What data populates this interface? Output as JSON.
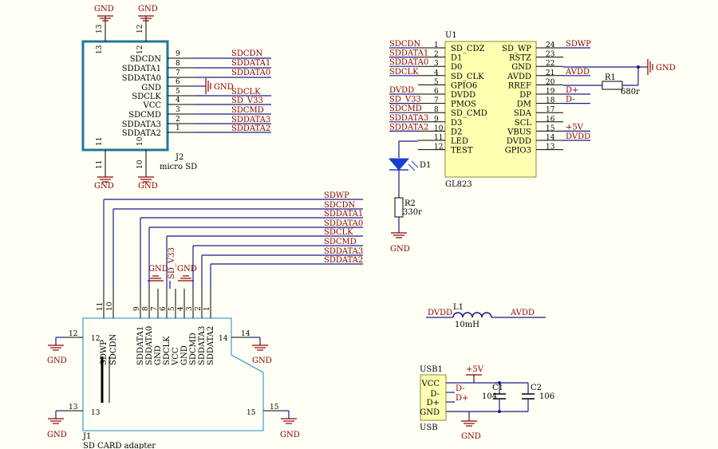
{
  "j2": {
    "designator": "J2",
    "value": "micro SD",
    "pins": [
      {
        "num": "9",
        "name": "SDCDN",
        "net": "SDCDN"
      },
      {
        "num": "8",
        "name": "SDDATA1",
        "net": "SDDATA1"
      },
      {
        "num": "7",
        "name": "SDDATA0",
        "net": "SDDATA0"
      },
      {
        "num": "6",
        "name": "GND",
        "net": "GND"
      },
      {
        "num": "5",
        "name": "SDCLK",
        "net": "SDCLK"
      },
      {
        "num": "4",
        "name": "VCC",
        "net": "SD_V33"
      },
      {
        "num": "3",
        "name": "SDCMD",
        "net": "SDCMD"
      },
      {
        "num": "2",
        "name": "SDDATA3",
        "net": "SDDATA3"
      },
      {
        "num": "1",
        "name": "SDDATA2",
        "net": "SDDATA2"
      }
    ],
    "top_pins": [
      "13",
      "12"
    ],
    "bottom_pins": [
      "11",
      "10"
    ]
  },
  "u1": {
    "designator": "U1",
    "value": "GL823",
    "left_pins": [
      {
        "num": "1",
        "name": "SD_CDZ",
        "net": "SDCDN"
      },
      {
        "num": "2",
        "name": "D1",
        "net": "SDDATA1"
      },
      {
        "num": "3",
        "name": "D0",
        "net": "SDDATA0"
      },
      {
        "num": "4",
        "name": "SD_CLK",
        "net": "SDCLK"
      },
      {
        "num": "5",
        "name": "GPIO6",
        "net": ""
      },
      {
        "num": "6",
        "name": "DVDD",
        "net": "DVDD"
      },
      {
        "num": "7",
        "name": "PMOS",
        "net": "SD_V33"
      },
      {
        "num": "8",
        "name": "SD_CMD",
        "net": "SDCMD"
      },
      {
        "num": "9",
        "name": "D3",
        "net": "SDDATA3"
      },
      {
        "num": "10",
        "name": "D2",
        "net": "SDDATA2"
      },
      {
        "num": "11",
        "name": "LED",
        "net": ""
      },
      {
        "num": "12",
        "name": "TEST",
        "net": ""
      }
    ],
    "right_pins": [
      {
        "num": "24",
        "name": "SD_WP",
        "net": "SDWP"
      },
      {
        "num": "23",
        "name": "RSTZ",
        "net": ""
      },
      {
        "num": "22",
        "name": "GND",
        "net": ""
      },
      {
        "num": "21",
        "name": "AVDD",
        "net": "AVDD"
      },
      {
        "num": "20",
        "name": "RREF",
        "net": ""
      },
      {
        "num": "19",
        "name": "DP",
        "net": "D+"
      },
      {
        "num": "18",
        "name": "DM",
        "net": "D-"
      },
      {
        "num": "17",
        "name": "SDA",
        "net": ""
      },
      {
        "num": "16",
        "name": "SCL",
        "net": ""
      },
      {
        "num": "15",
        "name": "VBUS",
        "net": "+5V"
      },
      {
        "num": "14",
        "name": "DVDD",
        "net": "DVDD"
      },
      {
        "num": "13",
        "name": "GPIO3",
        "net": ""
      }
    ]
  },
  "r1": {
    "designator": "R1",
    "value": "680r"
  },
  "r2": {
    "designator": "R2",
    "value": "330r"
  },
  "d1": {
    "designator": "D1"
  },
  "l1": {
    "designator": "L1",
    "value": "10mH",
    "left_net": "DVDD",
    "right_net": "AVDD"
  },
  "j1": {
    "designator": "J1",
    "value": "SD CARD adapter",
    "top_pins": [
      {
        "num": "11",
        "name": "SDWP"
      },
      {
        "num": "10",
        "name": "SDCDN"
      },
      {
        "num": "9",
        "name": "SDDATA1"
      },
      {
        "num": "8",
        "name": "SDDATA0"
      },
      {
        "num": "7",
        "name": "GND"
      },
      {
        "num": "6",
        "name": "SDCLK"
      },
      {
        "num": "5",
        "name": "VCC"
      },
      {
        "num": "4",
        "name": "GND"
      },
      {
        "num": "3",
        "name": "SDCMD"
      },
      {
        "num": "2",
        "name": "SDDATA3"
      },
      {
        "num": "1",
        "name": "SDDATA2"
      }
    ],
    "side_pins": [
      "12",
      "13",
      "14",
      "15"
    ],
    "bus_nets": [
      "SDWP",
      "SDCDN",
      "SDDATA1",
      "SDDATA0",
      "SDCLK",
      "SDCMD",
      "SDDATA3",
      "SDDATA2"
    ],
    "gnd_labels": [
      "GND",
      "GND"
    ],
    "vcc_net": "SD_V33"
  },
  "usb1": {
    "designator": "USB1",
    "value": "USB",
    "pins": [
      "VCC",
      "D-",
      "D+",
      "GND"
    ],
    "nets": [
      "D-",
      "D+"
    ],
    "power": "+5V"
  },
  "c1": {
    "designator": "C1",
    "value": "104"
  },
  "c2": {
    "designator": "C2",
    "value": "106"
  },
  "gnd": "GND",
  "colors": {
    "wire": "#1a1a8a",
    "net": "#8b0000",
    "body_j2": "#1f7a99",
    "body_u1": "#ffffb0",
    "body_j1": "#4aa3d0"
  }
}
